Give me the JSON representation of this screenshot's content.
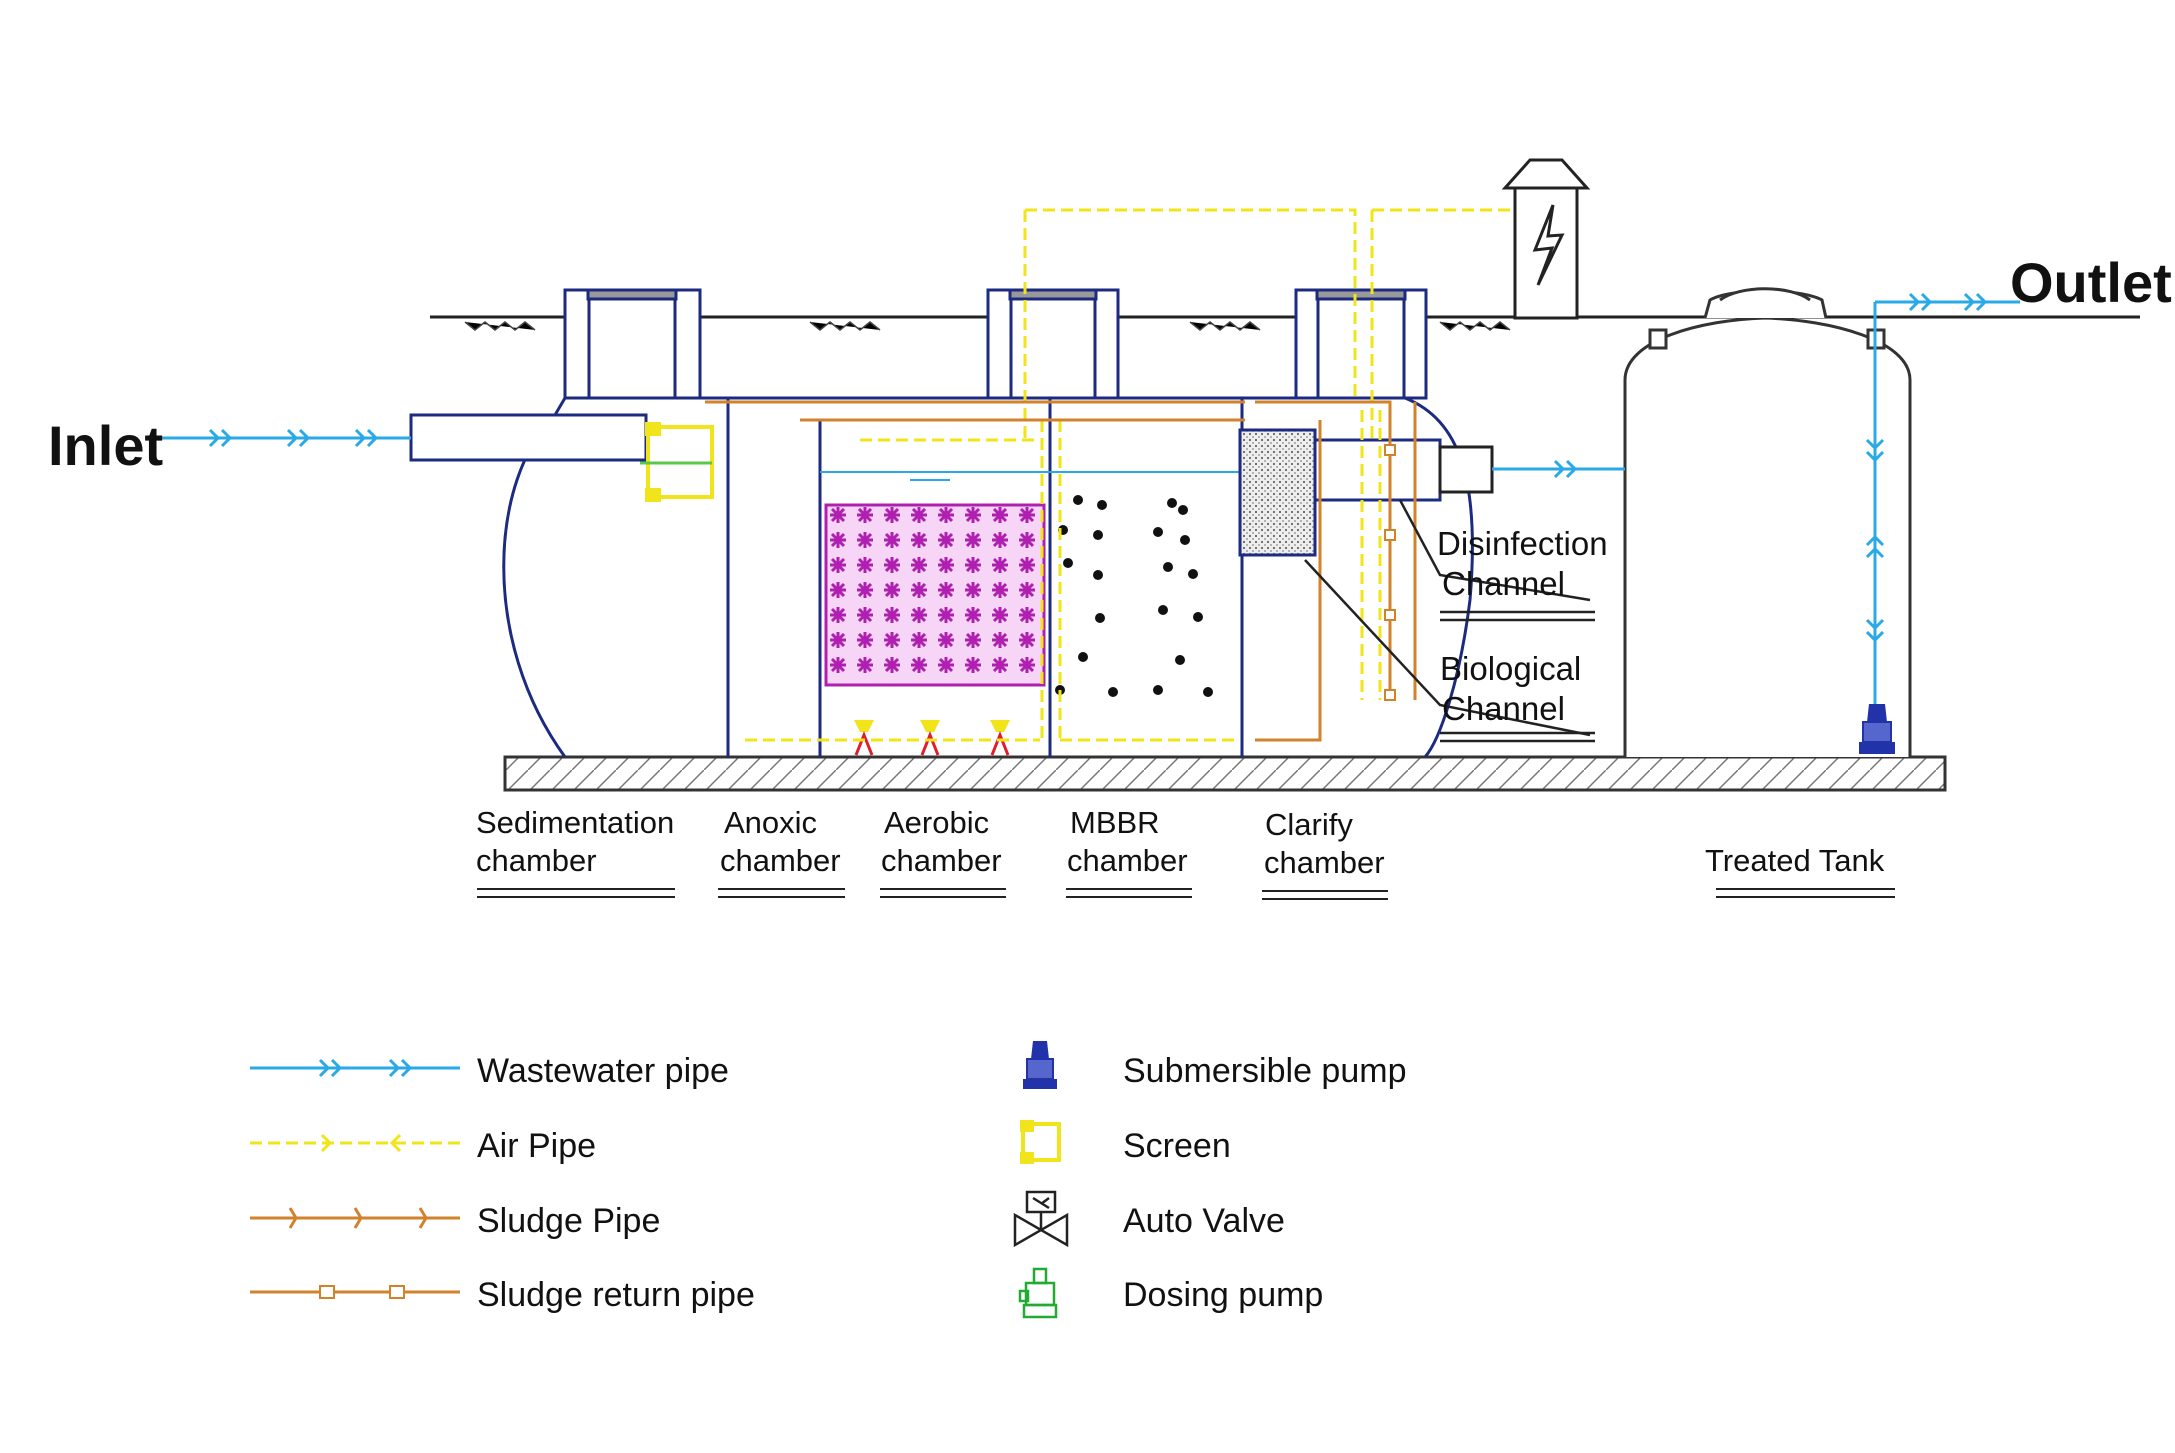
{
  "labels": {
    "inlet": "Inlet",
    "outlet": "Outlet",
    "disinfection": [
      "Disinfection",
      "Channel"
    ],
    "biological": [
      "Biological",
      "Channel"
    ]
  },
  "chambers": [
    {
      "id": "sedimentation",
      "lines": [
        "Sedimentation",
        "chamber"
      ]
    },
    {
      "id": "anoxic",
      "lines": [
        "Anoxic",
        "chamber"
      ]
    },
    {
      "id": "aerobic",
      "lines": [
        "Aerobic",
        "chamber"
      ]
    },
    {
      "id": "mbbr",
      "lines": [
        "MBBR",
        "chamber"
      ]
    },
    {
      "id": "clarify",
      "lines": [
        "Clarify",
        "chamber"
      ]
    },
    {
      "id": "treated",
      "lines": [
        "Treated Tank"
      ]
    }
  ],
  "legend": {
    "lines": [
      {
        "id": "wastewater",
        "label": "Wastewater pipe",
        "color": "#29a9e6"
      },
      {
        "id": "air",
        "label": "Air Pipe",
        "color": "#f2e41a"
      },
      {
        "id": "sludge",
        "label": "Sludge Pipe",
        "color": "#d2822b"
      },
      {
        "id": "sludge-return",
        "label": "Sludge return pipe",
        "color": "#d2822b"
      }
    ],
    "symbols": [
      {
        "id": "submersible-pump",
        "label": "Submersible pump",
        "color": "#2233aa"
      },
      {
        "id": "screen",
        "label": "Screen",
        "color": "#f2e41a"
      },
      {
        "id": "auto-valve",
        "label": "Auto Valve",
        "color": "#222222"
      },
      {
        "id": "dosing-pump",
        "label": "Dosing pump",
        "color": "#22aa33"
      }
    ]
  },
  "colors": {
    "structure": "#1c2a80",
    "water": "#29a9e6",
    "air": "#f2e41a",
    "sludge": "#d2822b",
    "media": "#b020b0",
    "diffuser": "#e11d2a"
  }
}
